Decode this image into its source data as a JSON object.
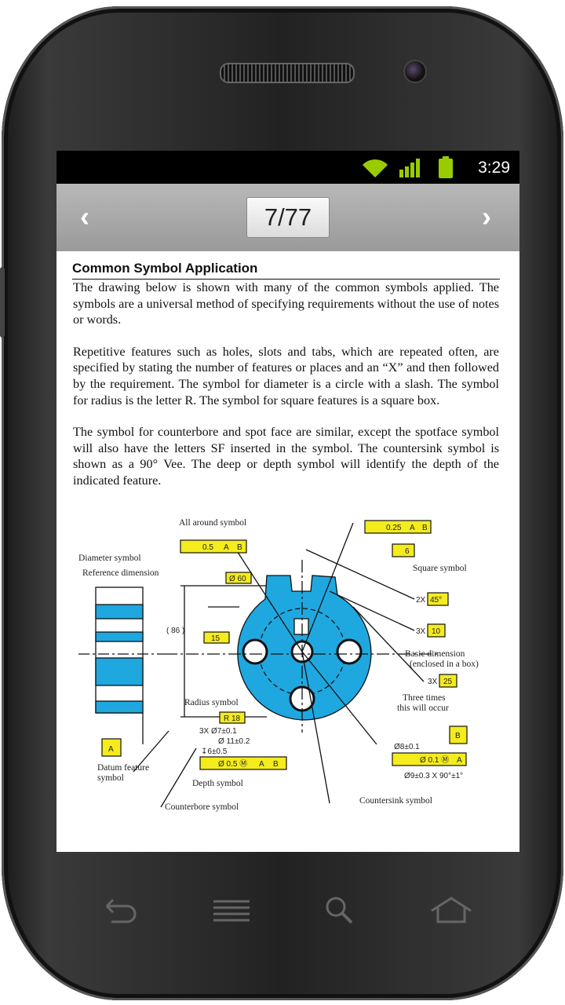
{
  "status_bar": {
    "time": "3:29",
    "icons": [
      "wifi-icon",
      "signal-icon",
      "battery-icon"
    ],
    "accent": "#99cc00"
  },
  "toolbar": {
    "prev": "‹",
    "page_indicator": "7/77",
    "next": "›"
  },
  "document": {
    "heading": "Common Symbol Application",
    "paragraphs": [
      "The drawing below is shown with many of the common symbols applied. The symbols are a universal method of specifying requirements without the use of notes or words.",
      "Repetitive features such as holes, slots and tabs, which are repeated often, are specified by stating the number of features or places and an “X” and then followed by the requirement. The symbol for diameter is a circle with a slash.  The symbol for radius is the letter R.  The symbol for square features is a square box.",
      "The symbol for counterbore and spot face are similar, except the spotface symbol will also have the letters SF inserted in the symbol.  The countersink symbol is shown as a 90° Vee.  The deep or depth symbol will identify the depth of the indicated feature."
    ],
    "figure": {
      "colors": {
        "part": "#1fa8e0",
        "callout": "#f4ec1c"
      },
      "labels": {
        "all_around": "All around symbol",
        "diameter": "Diameter symbol",
        "reference": "Reference dimension",
        "square": "Square symbol",
        "basic_1": "Basic dimension",
        "basic_2": "(enclosed in a box)",
        "three_times_1": "Three times",
        "three_times_2": "this will occur",
        "radius": "Radius symbol",
        "datum_1": "Datum feature",
        "datum_2": "symbol",
        "depth": "Depth symbol",
        "counterbore": "Counterbore symbol",
        "countersink": "Countersink symbol"
      },
      "callouts": {
        "profile_top": [
          "0.25",
          "A",
          "B"
        ],
        "profile_left": [
          "0.5",
          "A",
          "B"
        ],
        "square": "6",
        "diameter": "Ø 60",
        "reference": "( 86 )",
        "dim_15": "15",
        "angle": "45°",
        "angle_count": "2X",
        "dim_10": "10",
        "dim_10_count": "3X",
        "dim_25": "25",
        "dim_25_count": "3X",
        "radius": "R 18",
        "datum_a": "A",
        "datum_b": "B",
        "hole_1": "3X Ø7±0.1",
        "hole_2": "Ø 11±0.2",
        "hole_3": "↧6±0.5",
        "position": [
          "Ø 0.5 Ⓜ",
          "A",
          "B"
        ],
        "csk_1": "Ø8±0.1",
        "csk_frame": [
          "Ø 0.1 Ⓜ",
          "A"
        ],
        "csk_2": "Ø9±0.3 X 90°±1°"
      }
    }
  },
  "bottom_nav": [
    "back-icon",
    "menu-icon",
    "search-icon",
    "home-icon"
  ]
}
